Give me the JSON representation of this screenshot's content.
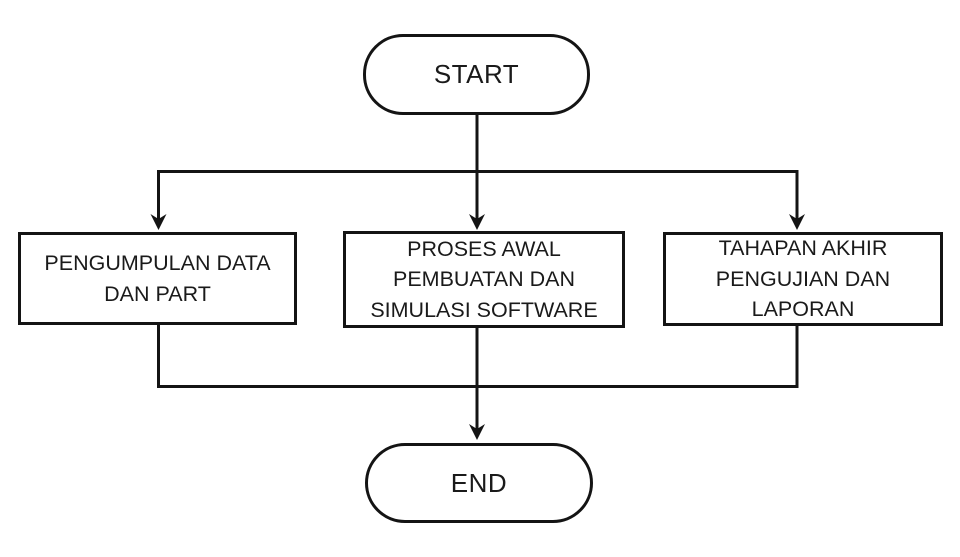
{
  "diagram": {
    "type": "flowchart",
    "colors": {
      "background": "#ffffff",
      "stroke": "#141414",
      "text": "#1a1a1a"
    },
    "nodes": {
      "start": {
        "shape": "terminator",
        "label": "START"
      },
      "box1": {
        "shape": "process",
        "label": "PENGUMPULAN DATA\nDAN PART"
      },
      "box2": {
        "shape": "process",
        "label": "PROSES AWAL\nPEMBUATAN DAN\nSIMULASI SOFTWARE"
      },
      "box3": {
        "shape": "process",
        "label": "TAHAPAN AKHIR\nPENGUJIAN DAN\nLAPORAN"
      },
      "end": {
        "shape": "terminator",
        "label": "END"
      }
    },
    "edges": [
      "start -> box1",
      "start -> box2",
      "start -> box3",
      "box1 -> end",
      "box2 -> end",
      "box3 -> end"
    ]
  }
}
